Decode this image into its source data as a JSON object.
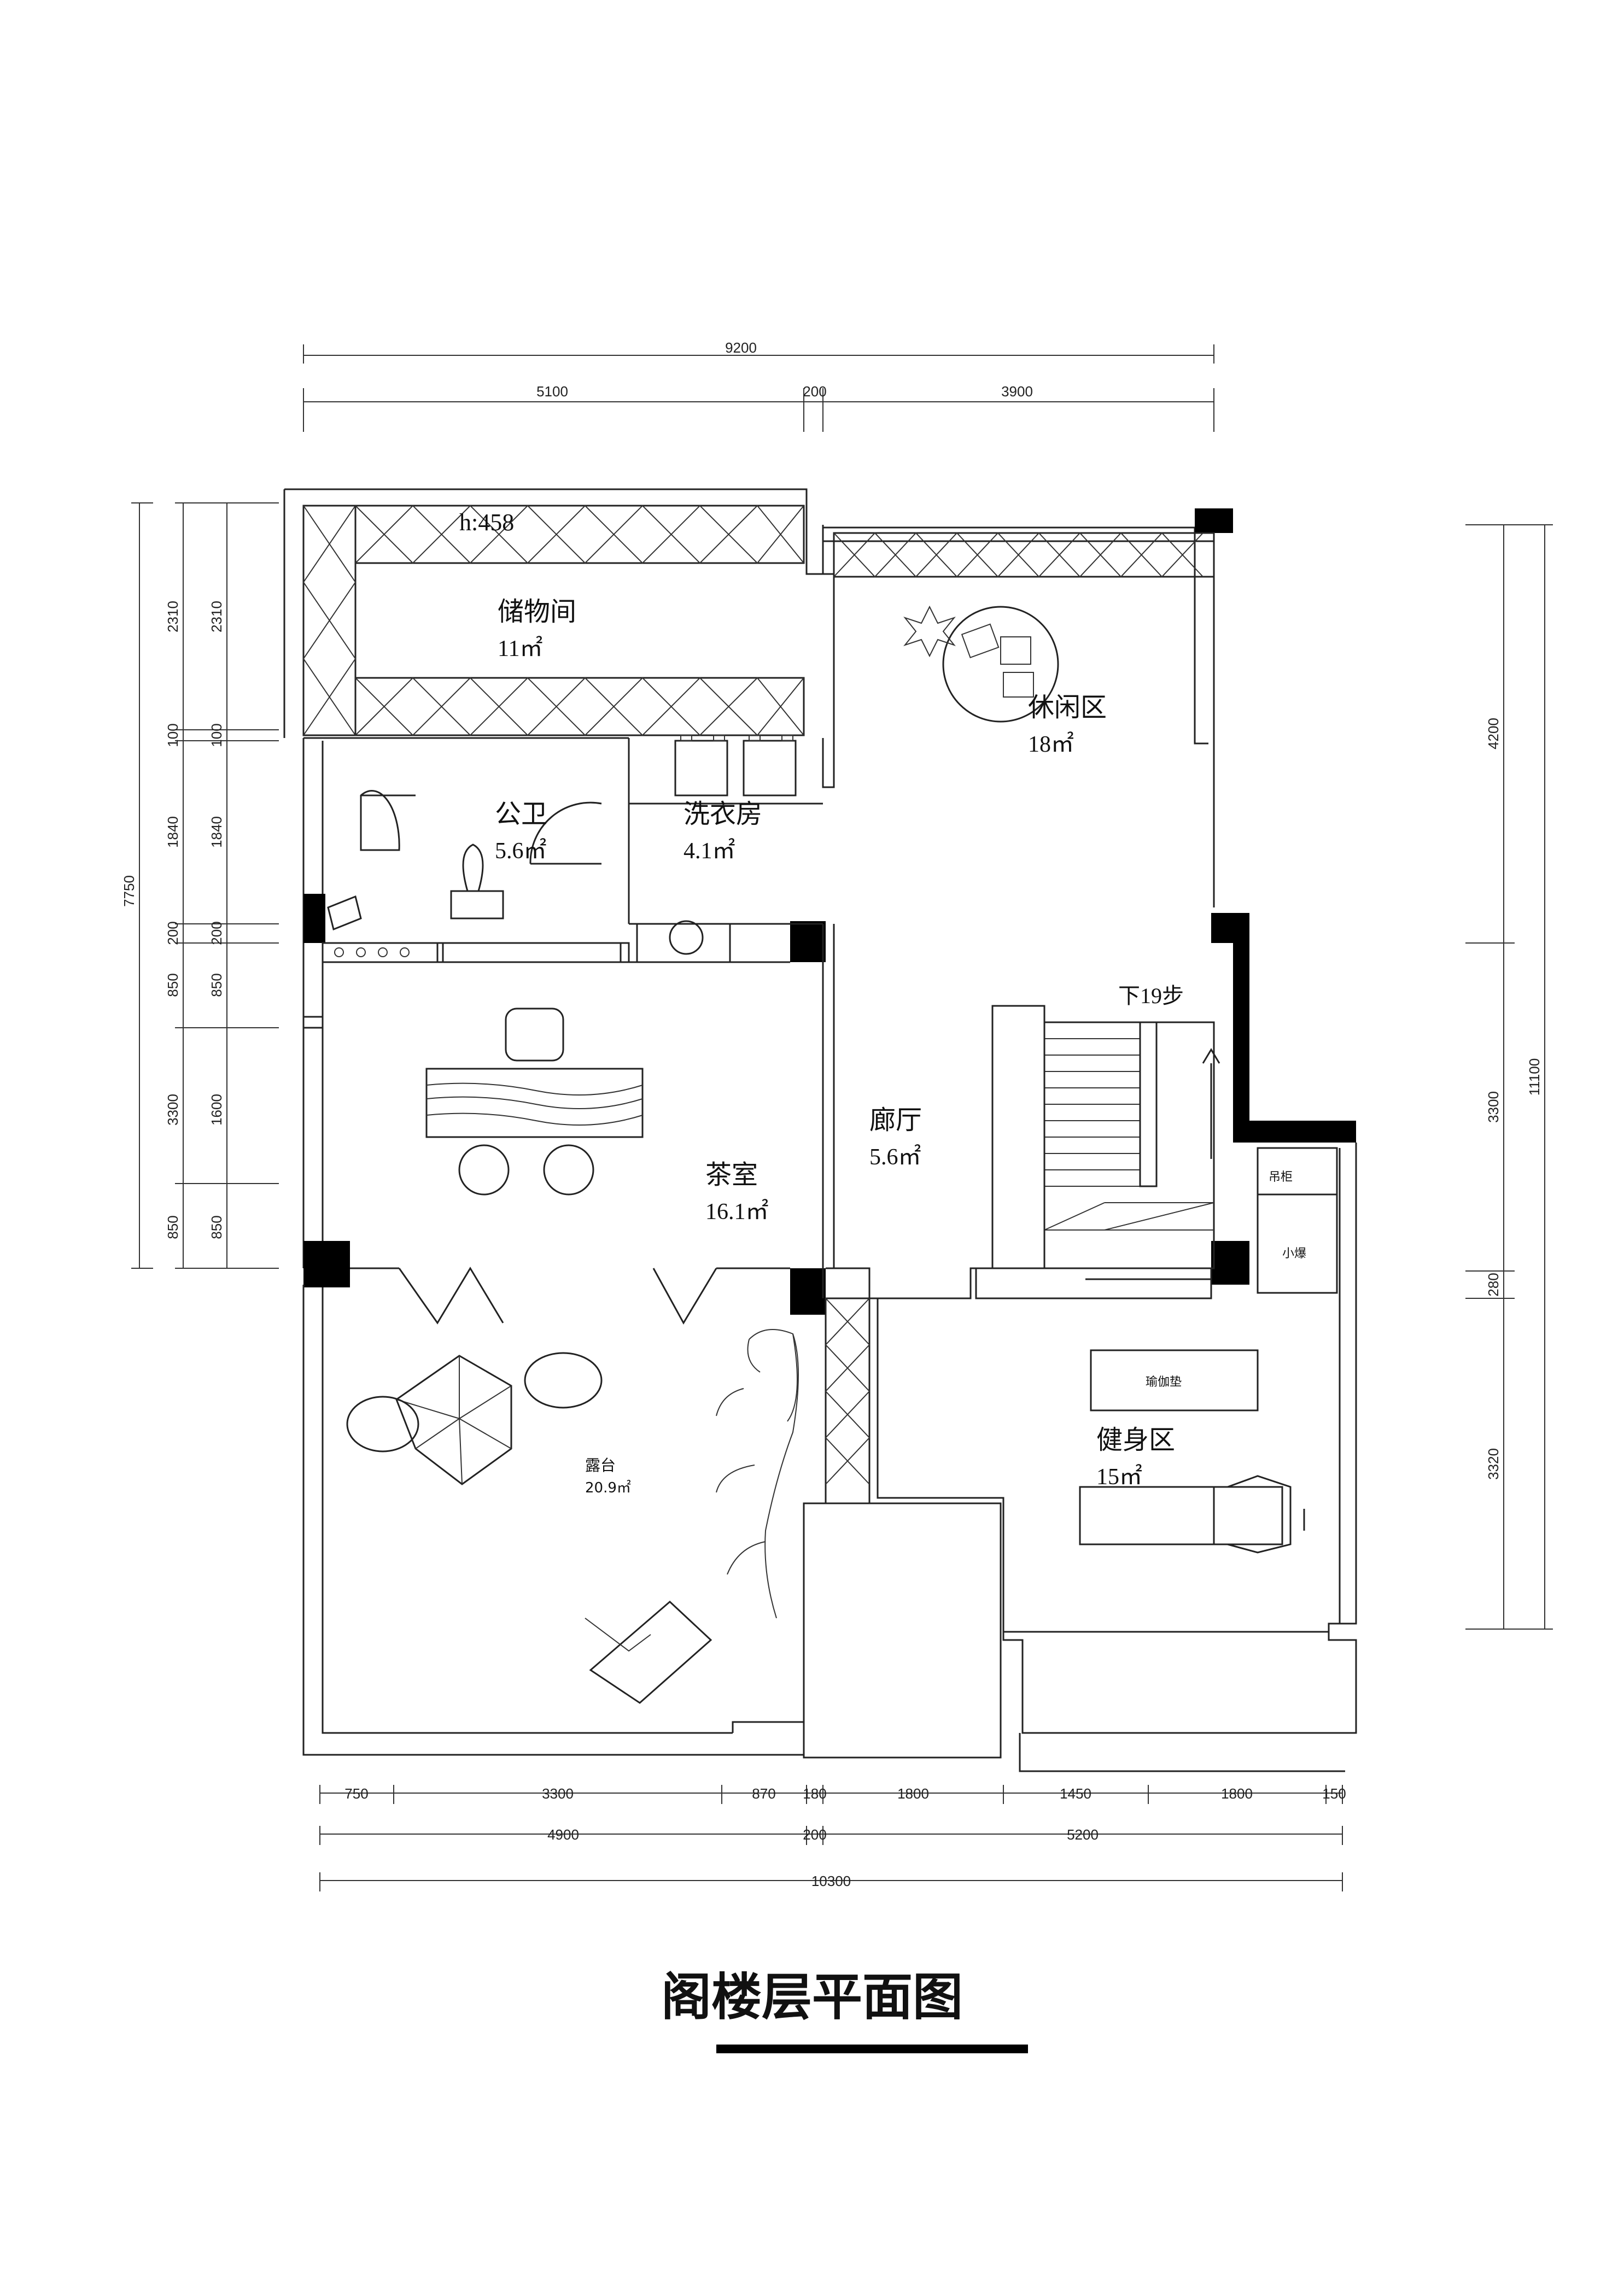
{
  "plan": {
    "title": "阁楼层平面图",
    "top_dims": {
      "total": "9200",
      "seg_a": "5100",
      "seg_b": "200",
      "seg_c": "3900"
    },
    "bottom_dims": {
      "row1": [
        "750",
        "3300",
        "870",
        "180",
        "1800",
        "1450",
        "1800",
        "150"
      ],
      "row2": [
        "4900",
        "200",
        "5200"
      ],
      "total": "10300"
    },
    "left_dims": {
      "outer": "7750",
      "mid": [
        "2310",
        "100",
        "1840",
        "200",
        "850",
        "3300",
        "850"
      ],
      "inner": [
        "2310",
        "100",
        "1840",
        "200",
        "850",
        "1600",
        "850"
      ]
    },
    "right_dims": {
      "outer": "11100",
      "inner": [
        "4200",
        "3300",
        "280",
        "3320"
      ]
    },
    "rooms": {
      "storage": {
        "name": "储物间",
        "area": "11㎡",
        "height": "h:458"
      },
      "leisure": {
        "name": "休闲区",
        "area": "18㎡"
      },
      "toilet": {
        "name": "公卫",
        "area": "5.6㎡"
      },
      "laundry": {
        "name": "洗衣房",
        "area": "4.1㎡"
      },
      "hall": {
        "name": "廊厅",
        "area": "5.6㎡"
      },
      "tea": {
        "name": "茶室",
        "area": "16.1㎡"
      },
      "terrace": {
        "name": "露台",
        "area": "20.9㎡"
      },
      "gym": {
        "name": "健身区",
        "area": "15㎡"
      }
    },
    "labels": {
      "stairs": "下19步",
      "cabinet": "吊柜",
      "small_bar": "小爆",
      "yoga": "瑜伽垫"
    }
  }
}
